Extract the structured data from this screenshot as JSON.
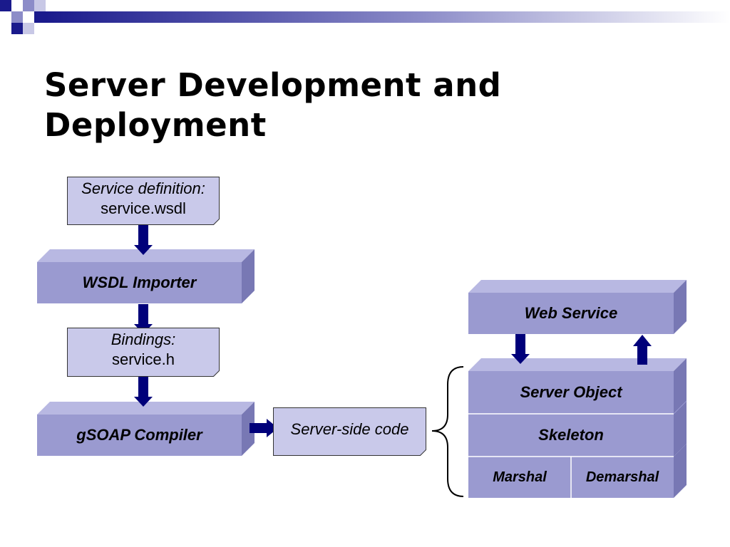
{
  "slide": {
    "title_line1": "Server Development and",
    "title_line2": "Deployment"
  },
  "diagram": {
    "service_doc": {
      "line1": "Service definition:",
      "line2": "service.wsdl"
    },
    "wsdl_importer": "WSDL Importer",
    "bindings_doc": {
      "line1": "Bindings:",
      "line2": "service.h"
    },
    "gsoap_compiler": "gSOAP Compiler",
    "server_side_code": "Server-side code",
    "web_service": "Web Service",
    "server_object": "Server Object",
    "skeleton": "Skeleton",
    "marshal": "Marshal",
    "demarshal": "Demarshal"
  },
  "colors": {
    "box_front": "#9a9ad0",
    "box_top": "#b8b8e2",
    "box_side": "#7878b4",
    "doc_fill": "#c9c9ea",
    "arrow": "#00007a",
    "header_bar_dark": "#1a1a8c"
  }
}
